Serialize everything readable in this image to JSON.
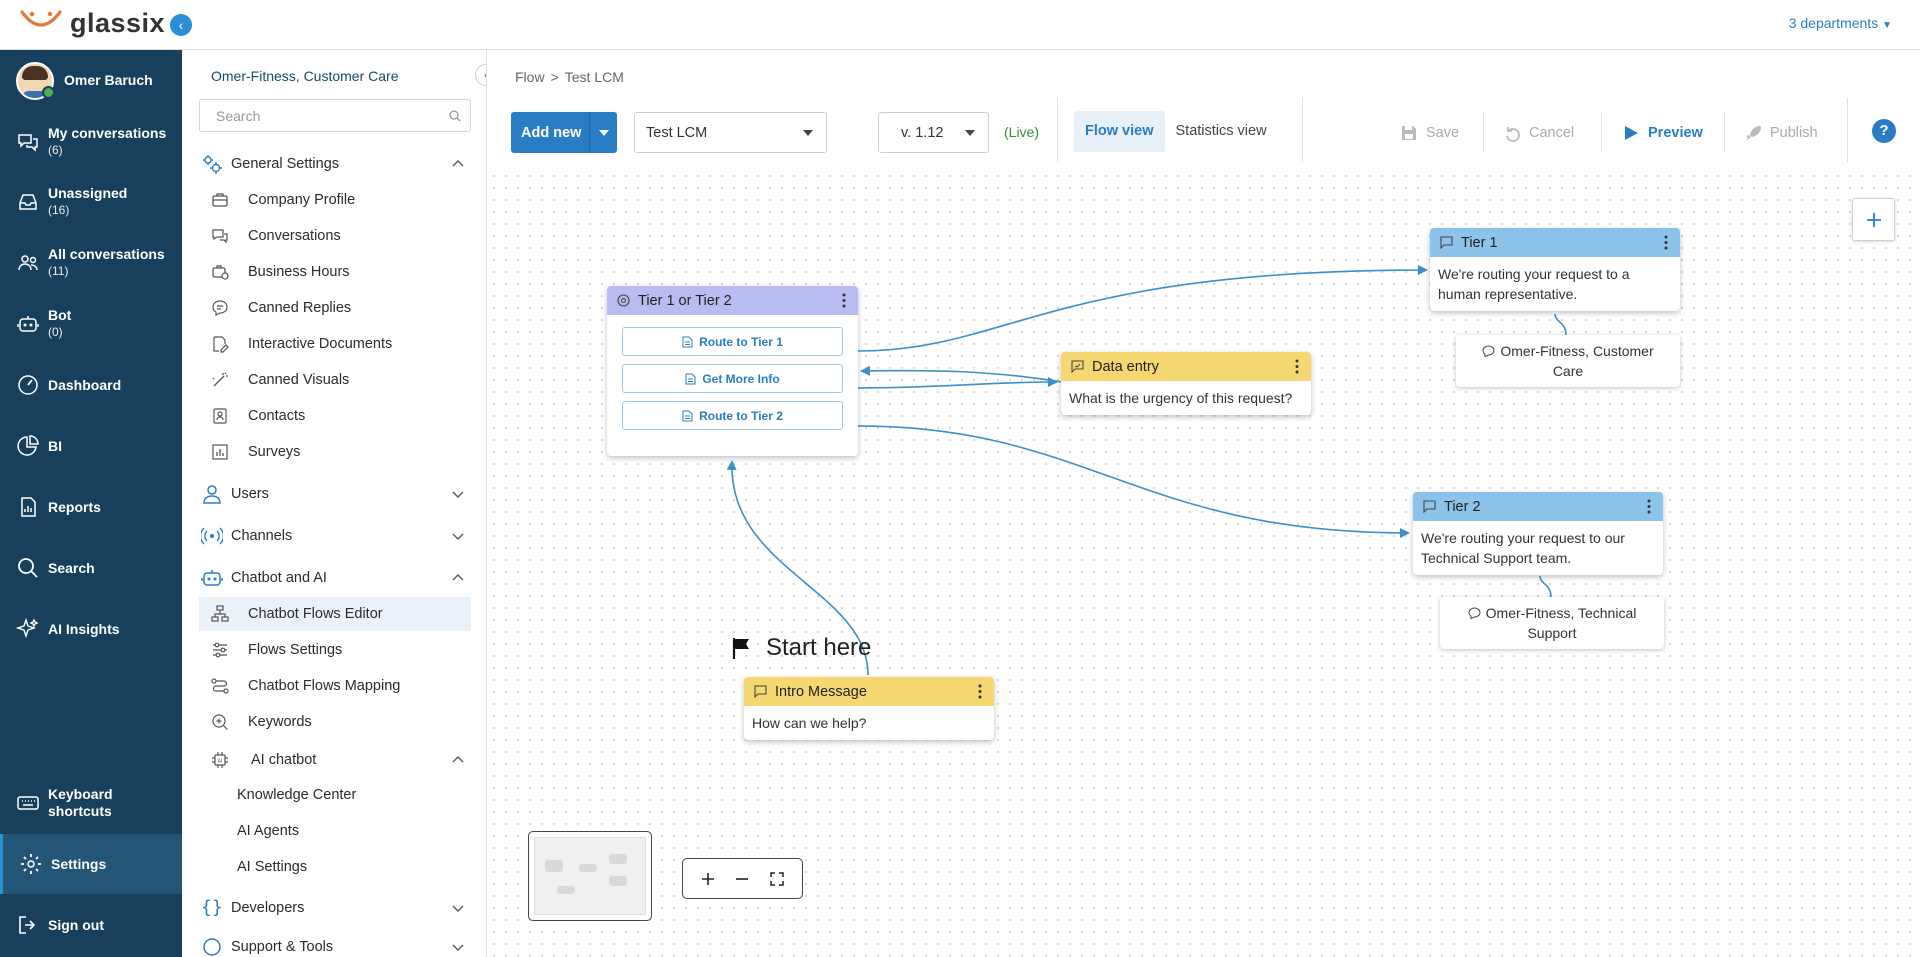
{
  "brand": {
    "name": "glassix"
  },
  "user": {
    "name": "Omer Baruch"
  },
  "nav": {
    "items": [
      {
        "label": "My conversations",
        "count": "(6)"
      },
      {
        "label": "Unassigned",
        "count": "(16)"
      },
      {
        "label": "All conversations",
        "count": "(11)"
      },
      {
        "label": "Bot",
        "count": "(0)"
      },
      {
        "label": "Dashboard"
      },
      {
        "label": "BI"
      },
      {
        "label": "Reports"
      },
      {
        "label": "Search"
      },
      {
        "label": "AI Insights"
      }
    ],
    "bottom": [
      {
        "label": "Keyboard shortcuts"
      },
      {
        "label": "Settings"
      },
      {
        "label": "Sign out"
      }
    ]
  },
  "header": {
    "departments": "3 departments"
  },
  "panel": {
    "org": "Omer-Fitness, Customer Care",
    "search_placeholder": "Search",
    "general": {
      "label": "General Settings",
      "items": [
        "Company Profile",
        "Conversations",
        "Business Hours",
        "Canned Replies",
        "Interactive Documents",
        "Canned Visuals",
        "Contacts",
        "Surveys"
      ]
    },
    "users": "Users",
    "channels": "Channels",
    "chatbot": {
      "label": "Chatbot and AI",
      "items": [
        "Chatbot Flows Editor",
        "Flows Settings",
        "Chatbot Flows Mapping",
        "Keywords"
      ],
      "ai_chatbot": "AI chatbot",
      "ai_items": [
        "Knowledge Center",
        "AI Agents",
        "AI Settings"
      ]
    },
    "developers": "Developers",
    "support": "Support & Tools"
  },
  "breadcrumb": {
    "root": "Flow",
    "sep": ">",
    "current": "Test LCM"
  },
  "toolbar": {
    "add_new": "Add new",
    "flow_select": "Test LCM",
    "version": "v. 1.12",
    "live": "(Live)",
    "flow_view": "Flow view",
    "stats_view": "Statistics view",
    "save": "Save",
    "cancel": "Cancel",
    "preview": "Preview",
    "publish": "Publish",
    "help": "?"
  },
  "canvas": {
    "start": "Start here",
    "intro": {
      "title": "Intro Message",
      "text": "How can we help?"
    },
    "tier_choice": {
      "title": "Tier 1 or Tier 2",
      "options": [
        "Route to Tier 1",
        "Get More Info",
        "Route to Tier 2"
      ]
    },
    "data_entry": {
      "title": "Data entry",
      "text": "What is the urgency of this request?"
    },
    "tier1": {
      "title": "Tier 1",
      "text": "We're routing your request to a human representative.",
      "dept": "Omer-Fitness, Customer Care"
    },
    "tier2": {
      "title": "Tier 2",
      "text": "We're routing your request to our Technical Support team.",
      "dept": "Omer-Fitness, Technical Support"
    }
  },
  "colors": {
    "nav_bg": "#183f5b",
    "accent": "#2a7dc4",
    "node_yellow": "#f5d872",
    "node_blue": "#8cc3ea",
    "node_purple": "#b9bbf3",
    "edge": "#3d8fcb"
  }
}
